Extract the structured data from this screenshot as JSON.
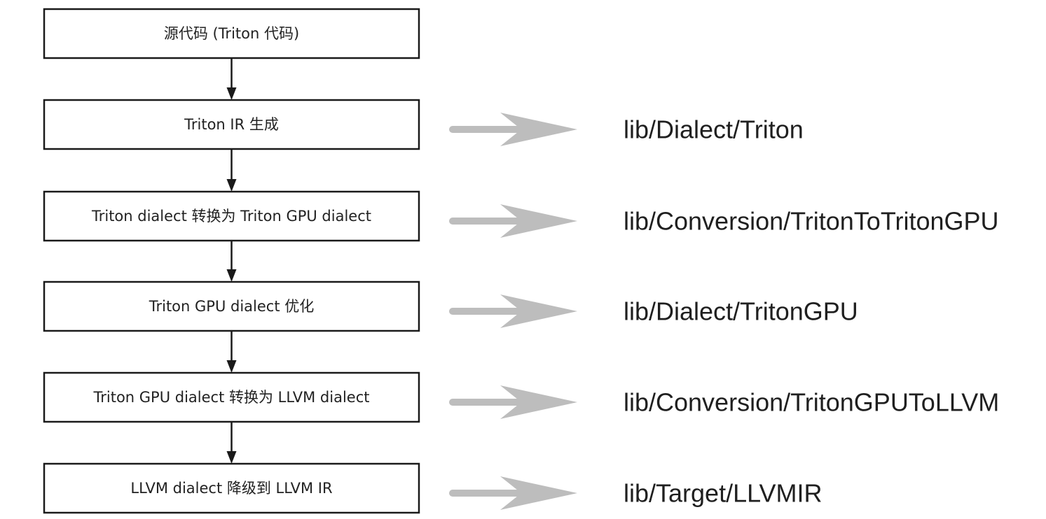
{
  "steps": [
    {
      "label": "源代码 (Triton 代码)",
      "path": ""
    },
    {
      "label": "Triton IR 生成",
      "path": "lib/Dialect/Triton"
    },
    {
      "label": "Triton dialect 转换为 Triton GPU dialect",
      "path": "lib/Conversion/TritonToTritonGPU"
    },
    {
      "label": "Triton GPU dialect 优化",
      "path": "lib/Dialect/TritonGPU"
    },
    {
      "label": "Triton GPU dialect 转换为 LLVM dialect",
      "path": "lib/Conversion/TritonGPUToLLVM"
    },
    {
      "label": "LLVM dialect 降级到 LLVM IR",
      "path": "lib/Target/LLVMIR"
    }
  ],
  "colors": {
    "box_border": "#1a1a1a",
    "flow_arrow": "#1a1a1a",
    "mapping_arrow": "#bdbdbd",
    "text": "#222222"
  }
}
